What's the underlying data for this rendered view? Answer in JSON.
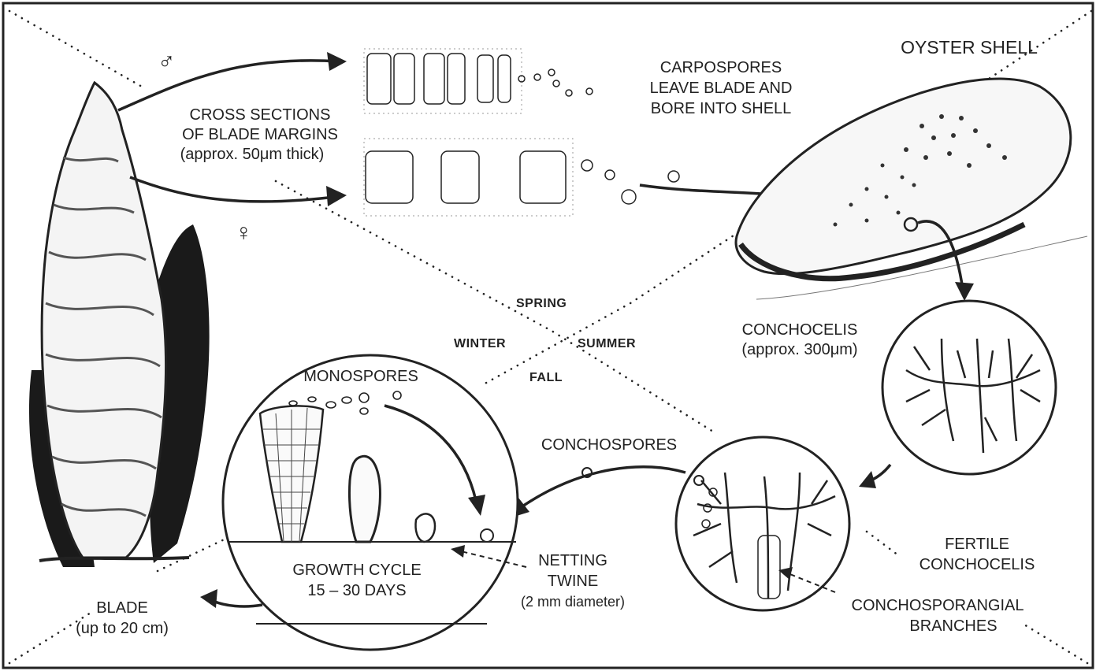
{
  "labels": {
    "male_symbol": "♂",
    "female_symbol": "♀",
    "cross_sections_line1": "CROSS SECTIONS",
    "cross_sections_line2": "OF BLADE MARGINS",
    "cross_sections_line3": "(approx. 50μm thick)",
    "carpospores_line1": "CARPOSPORES",
    "carpospores_line2": "LEAVE BLADE AND",
    "carpospores_line3": "BORE INTO SHELL",
    "oyster_shell": "OYSTER SHELL",
    "spring": "SPRING",
    "winter": "WINTER",
    "summer": "SUMMER",
    "fall": "FALL",
    "conchocelis_line1": "CONCHOCELIS",
    "conchocelis_line2": "(approx. 300μm)",
    "monospores": "MONOSPORES",
    "conchospores": "CONCHOSPORES",
    "growth_cycle_line1": "GROWTH CYCLE",
    "growth_cycle_line2": "15 – 30 DAYS",
    "netting_line1": "NETTING",
    "netting_line2": "TWINE",
    "netting_line3": "(2 mm diameter)",
    "fertile_line1": "FERTILE",
    "fertile_line2": "CONCHOCELIS",
    "conchosporangial_line1": "CONCHOSPORANGIAL",
    "conchosporangial_line2": "BRANCHES",
    "blade_line1": "BLADE",
    "blade_line2": "(up to 20 cm)"
  },
  "colors": {
    "ink": "#222222",
    "background": "#ffffff"
  }
}
